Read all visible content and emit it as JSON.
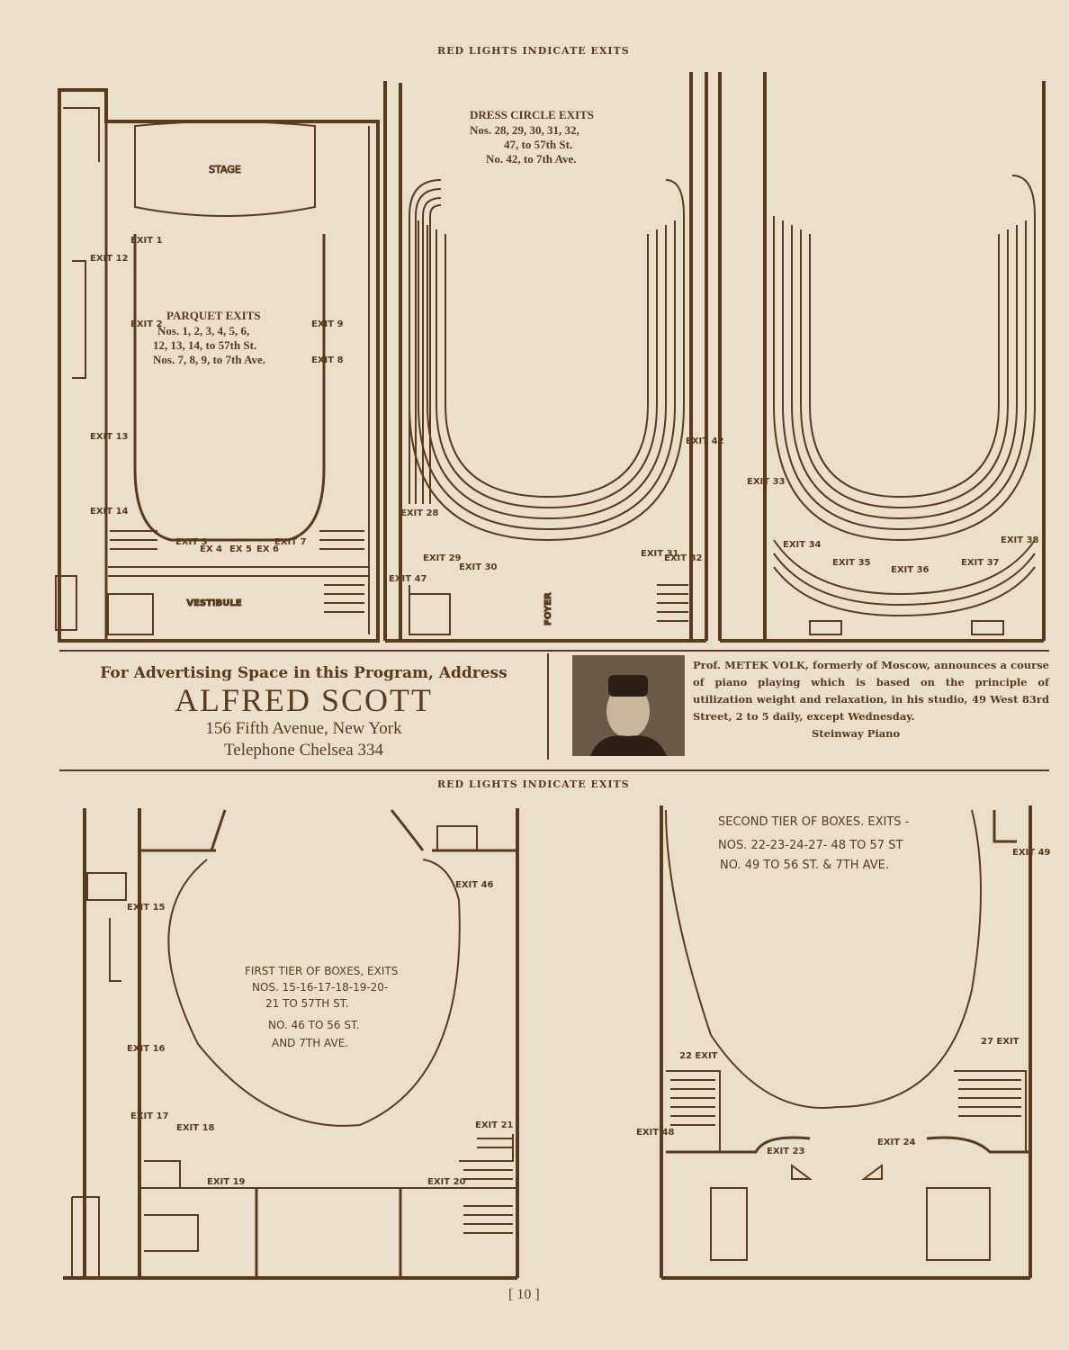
{
  "top_heading": "RED LIGHTS INDICATE EXITS",
  "bottom_heading": "RED LIGHTS INDICATE EXITS",
  "parquet": {
    "stage": "STAGE",
    "vestibule": "VESTIBULE",
    "title": "PARQUET EXITS",
    "line1": "Nos. 1, 2, 3, 4, 5, 6,",
    "line2": "12, 13, 14, to 57th St.",
    "line3": "Nos. 7, 8, 9, to 7th Ave."
  },
  "dress_circle": {
    "title": "DRESS CIRCLE EXITS",
    "line1": "Nos. 28, 29, 30, 31, 32,",
    "line2": "47, to 57th St.",
    "line3": "No. 42, to 7th Ave.",
    "foyer": "FOYER"
  },
  "ad": {
    "line1": "For Advertising Space in this Program, Address",
    "name": "ALFRED SCOTT",
    "address": "156 Fifth Avenue, New York",
    "phone": "Telephone Chelsea 334"
  },
  "volk": {
    "text": "Prof. METEK VOLK, formerly of Moscow, announces a course of piano playing which is based on the principle of utilization weight and relaxation, in his studio, 49 West 83rd Street, 2 to 5 daily, except Wednesday.",
    "footer": "Steinway Piano"
  },
  "first_tier": {
    "line1": "FIRST TIER OF BOXES, EXITS",
    "line2": "NOS. 15-16-17-18-19-20-",
    "line3": "21 TO 57TH ST.",
    "line4": "NO. 46 TO 56 ST.",
    "line5": "AND 7TH AVE."
  },
  "second_tier": {
    "line1": "SECOND TIER OF BOXES. EXITS -",
    "line2": "NOS. 22-23-24-27- 48 TO 57 ST",
    "line3": "NO. 49 TO 56 ST. & 7TH AVE."
  },
  "exit_word": "EXIT",
  "exit_short": "EX",
  "page_number": "[ 10 ]"
}
